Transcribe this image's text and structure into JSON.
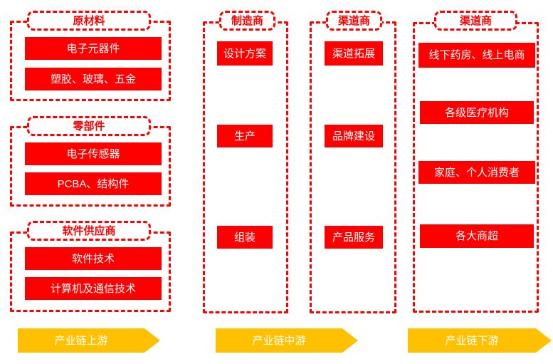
{
  "colors": {
    "primary_red": "#FF0000",
    "arrow_gold": "#FFC000",
    "node_text": "#FFFFFF",
    "background": "#FFFFFF"
  },
  "upstream": {
    "groups": [
      {
        "header": "原材料",
        "items": [
          "电子元器件",
          "塑胶、玻璃、五金"
        ]
      },
      {
        "header": "零部件",
        "items": [
          "电子传感器",
          "PCBA、结构件"
        ]
      },
      {
        "header": "软件供应商",
        "items": [
          "软件技术",
          "计算机及通信技术"
        ]
      }
    ]
  },
  "midstream": {
    "manufacturer": {
      "header": "制造商",
      "items": [
        "设计方案",
        "生产",
        "组装"
      ]
    },
    "channel": {
      "header": "渠道商",
      "items": [
        "渠道拓展",
        "品牌建设",
        "产品服务"
      ]
    }
  },
  "downstream": {
    "channel": {
      "header": "渠道商",
      "items": [
        "线下药房、线上电商",
        "各级医疗机构",
        "家庭、个人消费者",
        "各大商超"
      ]
    }
  },
  "arrows": [
    {
      "label": "产业链上游"
    },
    {
      "label": "产业链中游"
    },
    {
      "label": "产业链下游"
    }
  ]
}
